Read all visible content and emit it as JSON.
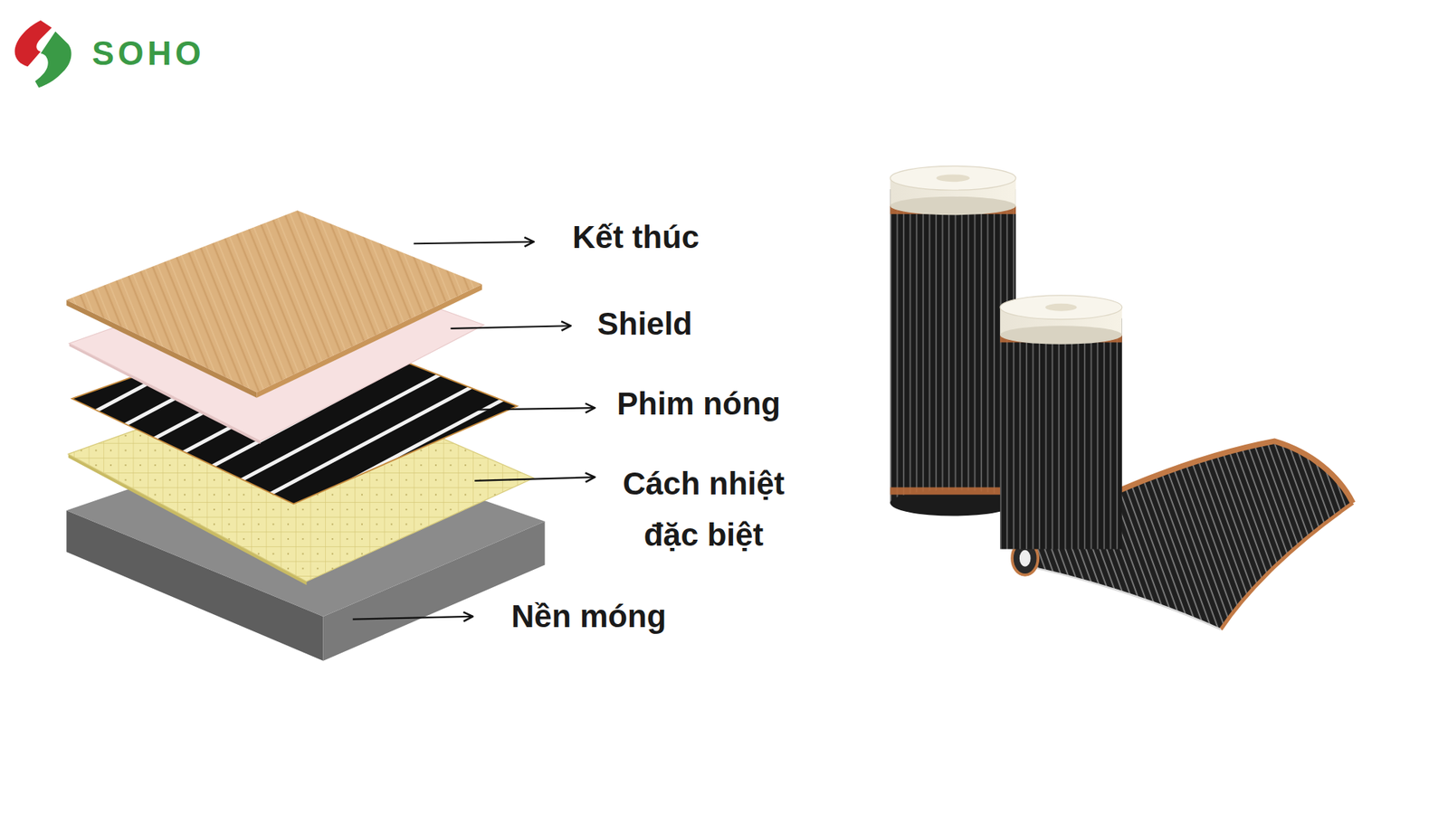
{
  "diagram": {
    "labels": [
      "SOHO",
      "Kết thúc",
      "Shield",
      "Phim nóng",
      "Cách nhiệt đặc biệt",
      "Nền móng"
    ]
  }
}
